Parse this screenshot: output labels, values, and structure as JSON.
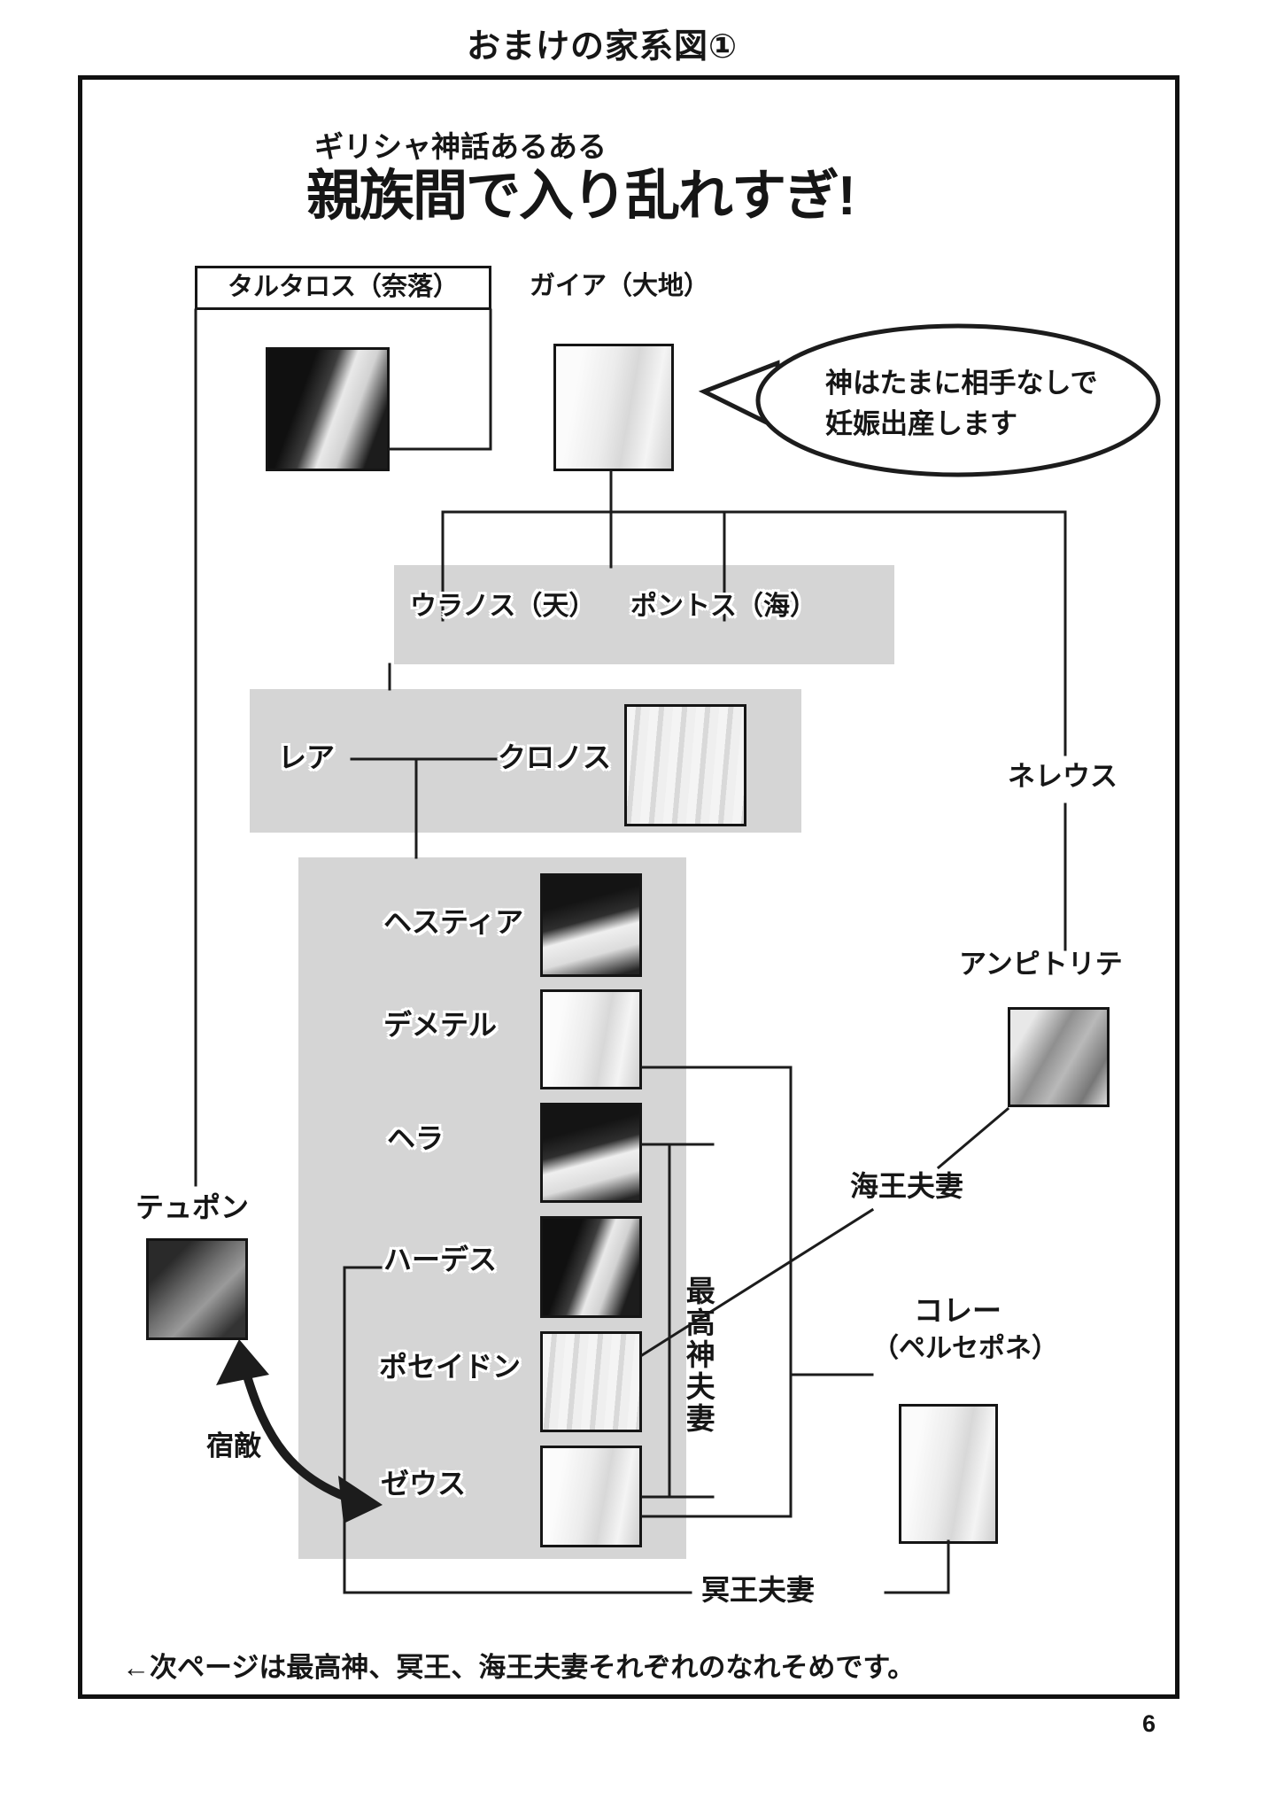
{
  "page": {
    "title": "おまけの家系図①",
    "page_number": "6",
    "footer_note": "←次ページは最高神、冥王、海王夫妻それぞれのなれそめです。"
  },
  "header": {
    "tagline": "ギリシャ神話あるある",
    "headline": "親族間で入り乱れすぎ!"
  },
  "speech_bubble": {
    "line1": "神はたまに相手なしで",
    "line2": "妊娠出産します"
  },
  "nodes": {
    "tartarus": {
      "label": "タルタロス（奈落）"
    },
    "gaia": {
      "label": "ガイア（大地）"
    },
    "uranus": {
      "label": "ウラノス（天）"
    },
    "pontus": {
      "label": "ポントス（海）"
    },
    "rhea": {
      "label": "レア"
    },
    "cronus": {
      "label": "クロノス"
    },
    "nereus": {
      "label": "ネレウス"
    },
    "hestia": {
      "label": "ヘスティア"
    },
    "demeter": {
      "label": "デメテル"
    },
    "hera": {
      "label": "ヘラ"
    },
    "amphitrite": {
      "label": "アンピトリテ"
    },
    "typhon": {
      "label": "テュポン"
    },
    "hades": {
      "label": "ハーデス"
    },
    "poseidon": {
      "label": "ポセイドン"
    },
    "zeus": {
      "label": "ゼウス"
    },
    "kore": {
      "label": "コレー",
      "label2": "（ペルセポネ）"
    }
  },
  "relations": {
    "sea_couple": "海王夫妻",
    "supreme_couple": "最高神夫妻",
    "underworld_couple": "冥王夫妻",
    "rival": "宿敵"
  },
  "colors": {
    "panel_gray": "#d5d5d5",
    "line_black": "#1c1c1c"
  }
}
